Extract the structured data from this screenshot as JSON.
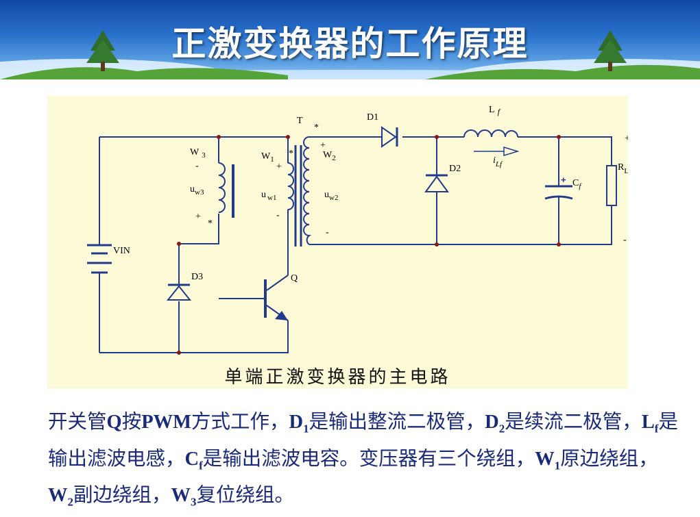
{
  "title": "正激变换器的工作原理",
  "figure": {
    "caption": "单端正激变换器的主电路",
    "labels": {
      "T": "T",
      "D1": "D1",
      "D2": "D2",
      "D3": "D3",
      "Lf_main": "L",
      "Lf_sub": "f",
      "iLf_main": "i",
      "iLf_sub": "Lf",
      "Cf_main": "C",
      "Cf_sub": "f",
      "RL": "R",
      "RL_sub": "L",
      "VIN": "VIN",
      "Q": "Q",
      "W3_main": "W",
      "W3_sub": "3",
      "W1_main": "W",
      "W1_sub": "1",
      "W2_main": "W",
      "W2_sub": "2",
      "uw3_main": "u",
      "uw3_sub": "w3",
      "uw1_main": "u",
      "uw1_sub": "w1",
      "uw2_main": "u",
      "uw2_sub": "w2",
      "star": "*",
      "plus": "+",
      "minus": "-"
    }
  },
  "description": {
    "p1": "开关管",
    "q": "Q",
    "p2": "按",
    "pwm": "PWM",
    "p3": "方式工作，",
    "d1": "D",
    "d1_sub": "1",
    "p4": "是输出整流二极管，",
    "d2": "D",
    "d2_sub": "2",
    "p5": "是续流二极管，",
    "lf": "L",
    "lf_sub": "f",
    "p6": "是输出滤波电感，",
    "cf": "C",
    "cf_sub": "f",
    "p7": "是输出滤波电容。变压器有三个绕组，",
    "w1": "W",
    "w1_sub": "1",
    "p8": "原边绕组，",
    "w2": "W",
    "w2_sub": "2",
    "p9": "副边绕组，",
    "w3": "W",
    "w3_sub": "3",
    "p10": "复位绕组。"
  }
}
